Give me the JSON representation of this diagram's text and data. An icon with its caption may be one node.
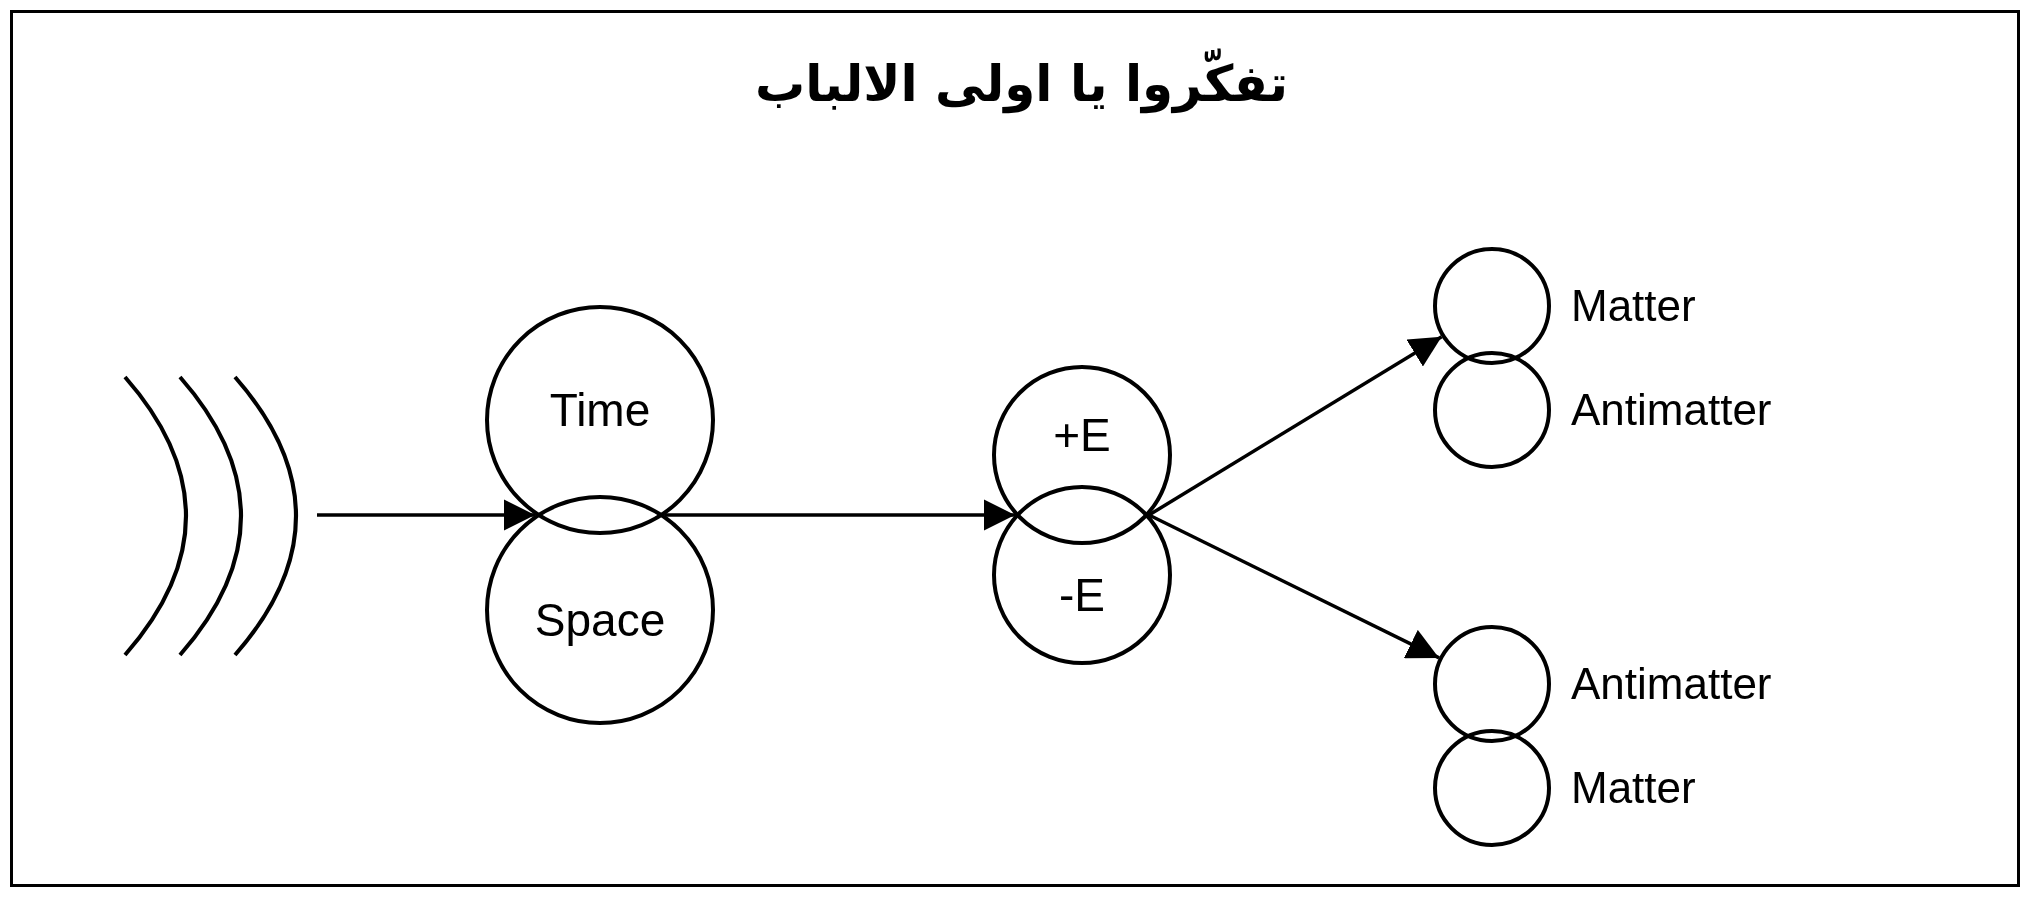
{
  "diagram": {
    "title": "تفکّروا یا اولی الالباب",
    "nodes": [
      {
        "text": [],
        "shape": "arcs"
      },
      {
        "text": [
          "Time"
        ]
      },
      {
        "text": [
          "Space"
        ]
      },
      {
        "text": [
          "+E"
        ]
      },
      {
        "text": [
          "-E"
        ]
      },
      {
        "text": [],
        "shape": "circle",
        "beside": [
          "Matter"
        ]
      },
      {
        "text": [],
        "shape": "circle",
        "beside": [
          "Antimatter"
        ]
      },
      {
        "text": [],
        "shape": "circle",
        "beside": [
          "Antimatter"
        ]
      },
      {
        "text": [],
        "shape": "circle",
        "beside": [
          "Matter"
        ]
      }
    ],
    "edges": [
      {
        "from": 0,
        "to": 1,
        "arrow": "to"
      },
      {
        "from": 0,
        "to": 2,
        "arrow": "to"
      },
      {
        "from": 1,
        "to": 3,
        "arrow": "to"
      },
      {
        "from": 1,
        "to": 4,
        "arrow": "to"
      },
      {
        "from": 2,
        "to": 3,
        "arrow": "to"
      },
      {
        "from": 2,
        "to": 4,
        "arrow": "to"
      },
      {
        "from": 3,
        "to": 5,
        "arrow": "to"
      },
      {
        "from": 4,
        "to": 5,
        "arrow": "to"
      },
      {
        "from": 3,
        "to": 7,
        "arrow": "to"
      },
      {
        "from": 4,
        "to": 7,
        "arrow": "to"
      }
    ]
  }
}
